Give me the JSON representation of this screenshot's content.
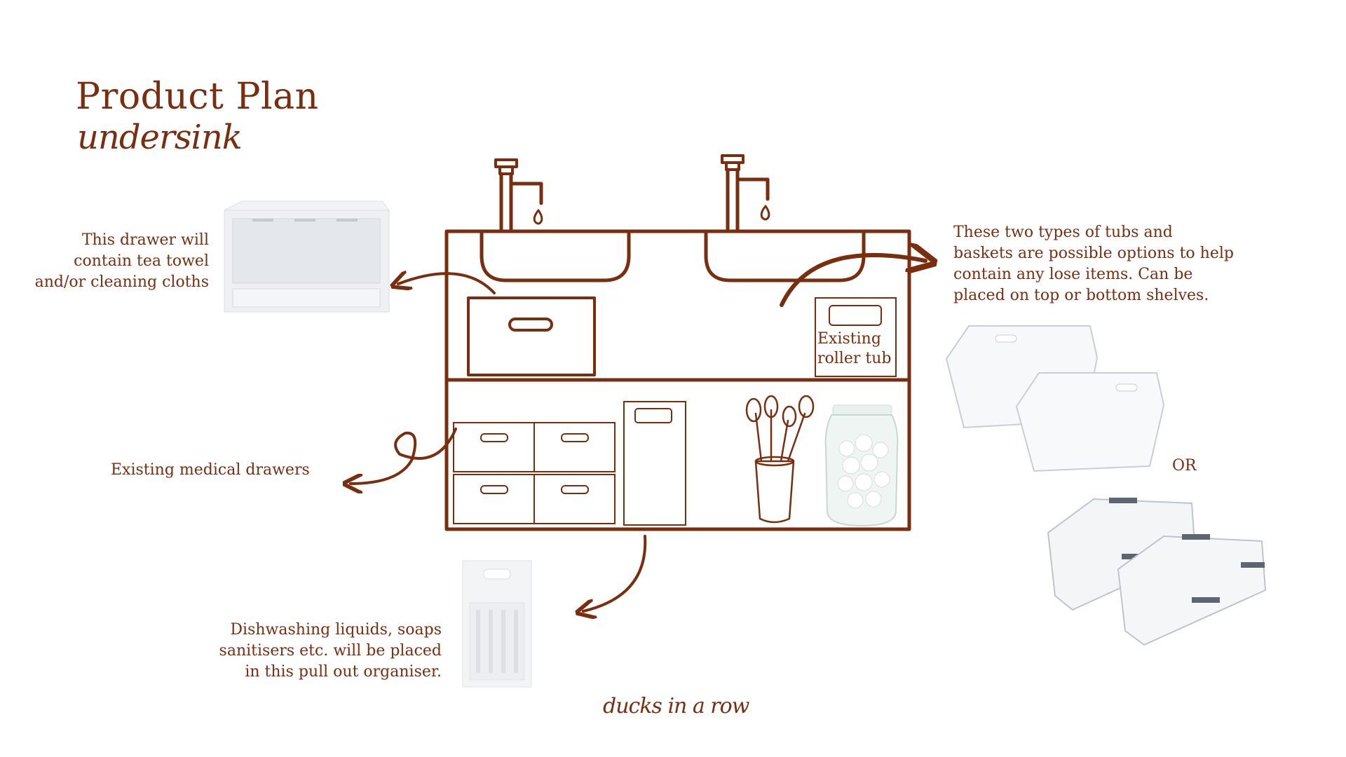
{
  "header": {
    "title": "Product Plan",
    "subtitle": "undersink"
  },
  "notes": {
    "drawer": [
      "This drawer will",
      "contain tea towel",
      "and/or cleaning cloths"
    ],
    "medical": "Existing medical drawers",
    "organiser": [
      "Dishwashing  liquids, soaps",
      "sanitisers etc. will be placed",
      "in this pull out organiser."
    ],
    "tubs": [
      "These  two types of tubs and",
      "baskets are possible options to help",
      "contain any lose items.  Can be",
      "placed on top or bottom shelves."
    ],
    "or_label": "OR",
    "roller_tub": [
      "Existing",
      "roller tub"
    ]
  },
  "footer": {
    "brand": "ducks in a row"
  },
  "colors": {
    "accent": "#7a2e10",
    "background": "#ffffff"
  }
}
